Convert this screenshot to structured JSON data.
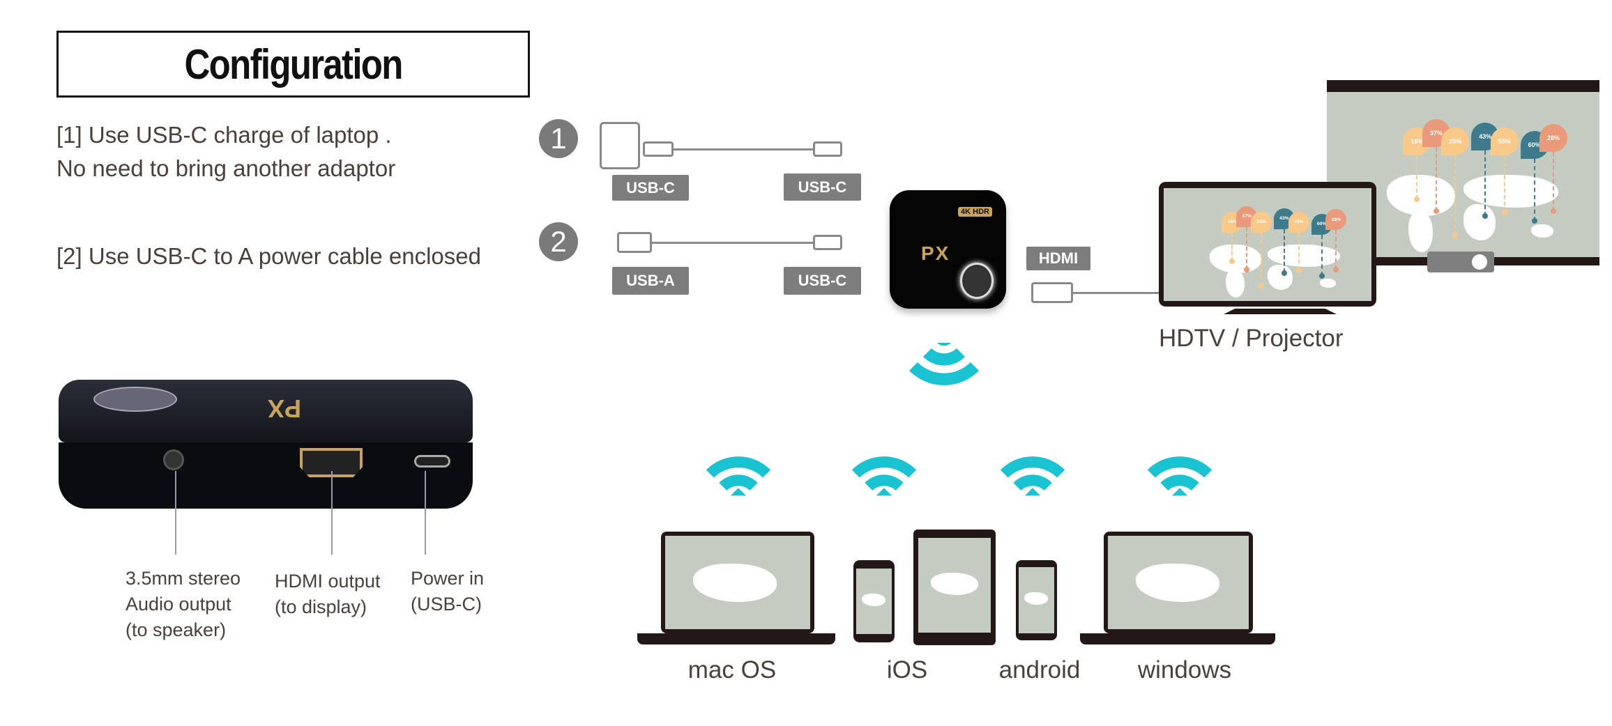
{
  "title": "Configuration",
  "instructions": {
    "option1_line1": "[1] Use USB-C charge of laptop .",
    "option1_line2": "No need to bring another adaptor",
    "option2": "[2] Use USB-C to A power cable enclosed"
  },
  "steps": {
    "one": "1",
    "two": "2"
  },
  "connectors": {
    "row1_left": "USB-C",
    "row1_right": "USB-C",
    "row2_left": "USB-A",
    "row2_right": "USB-C",
    "hdmi": "HDMI"
  },
  "device": {
    "brand": "PX",
    "badge": "4K HDR"
  },
  "display_label": "HDTV / Projector",
  "map_pins": [
    {
      "value": "16%",
      "color": "#f9c98a"
    },
    {
      "value": "37%",
      "color": "#e99a7a"
    },
    {
      "value": "25%",
      "color": "#f9c98a"
    },
    {
      "value": "43%",
      "color": "#3d7a8c"
    },
    {
      "value": "55%",
      "color": "#f9c98a"
    },
    {
      "value": "60%",
      "color": "#3d7a8c"
    },
    {
      "value": "28%",
      "color": "#e99a7a"
    }
  ],
  "ports": {
    "audio": [
      "3.5mm stereo",
      "Audio output",
      "(to speaker)"
    ],
    "hdmi": [
      "HDMI output",
      "(to display)"
    ],
    "power": [
      "Power in",
      "(USB-C)"
    ]
  },
  "platforms": {
    "mac": "mac OS",
    "ios": "iOS",
    "android": "android",
    "windows": "windows"
  },
  "colors": {
    "wifi": "#19c3d2",
    "label_bg": "#7d7d7d",
    "screen": "#c4cbc0",
    "bezel": "#231815",
    "gold": "#c9a35a"
  }
}
